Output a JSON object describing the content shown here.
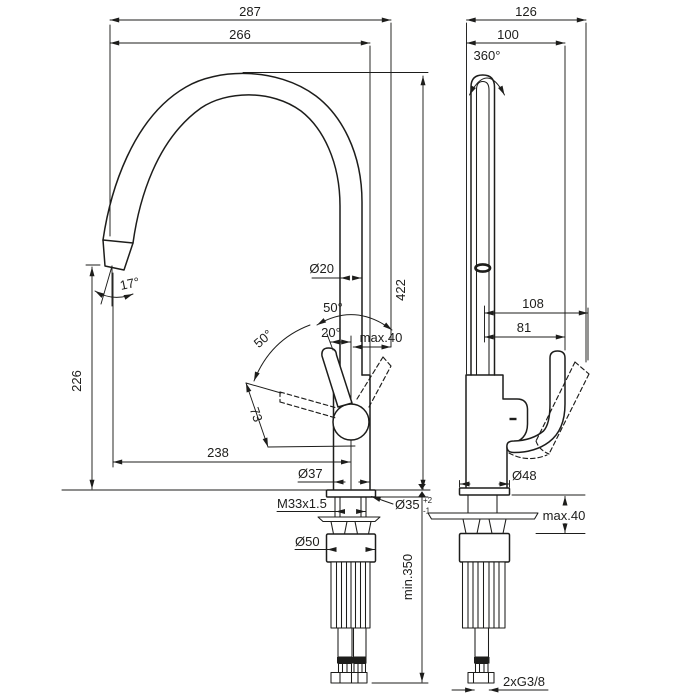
{
  "drawing": {
    "background": "#ffffff",
    "line_color": "#1d1d1b",
    "front_view": {
      "total_width": "287",
      "spout_reach": "266",
      "spout_tube_diameter": "Ø20",
      "total_height": "422",
      "outlet_height": "226",
      "outlet_projection": "238",
      "outlet_angle": "17°",
      "handle_swing_side": "50°",
      "handle_swing_top": "50°",
      "handle_back_tilt": "20°",
      "handle_rear_clearance": "max.40",
      "handle_length": "73",
      "body_diameter": "Ø37",
      "mounting_thread": "M33x1.5",
      "hole_diameter": "Ø35",
      "hole_tolerance_plus": "+2",
      "hole_tolerance_minus": "-1",
      "locknut_diameter": "Ø50",
      "hose_min_length": "min.350"
    },
    "side_view": {
      "total_depth": "126",
      "upper_depth": "100",
      "swivel_angle": "360°",
      "handle_depth_max": "108",
      "handle_depth": "81",
      "base_diameter": "Ø48",
      "max_deck_thickness": "max.40",
      "hose_connection": "2xG3/8"
    }
  }
}
